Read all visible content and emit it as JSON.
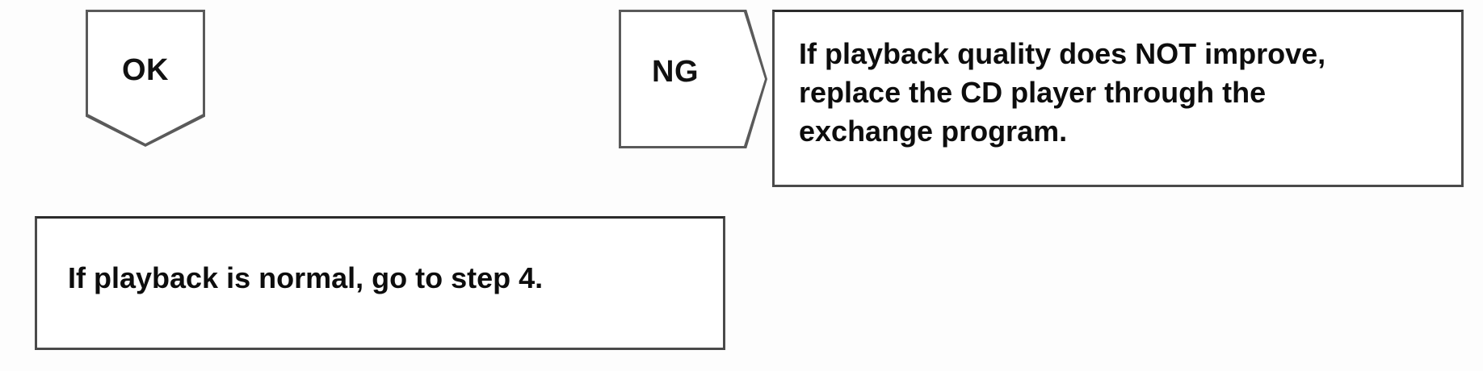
{
  "diagram": {
    "type": "flowchart-fragment",
    "background_color": "#fdfdfd",
    "border_color": "#4a4a4a",
    "text_color": "#0d0d0d",
    "nodes": {
      "ok_marker": {
        "label": "OK",
        "shape": "pentagon-down"
      },
      "ng_marker": {
        "label": "NG",
        "shape": "pentagon-right"
      },
      "ng_instruction": {
        "text": "If playback quality does NOT improve,\nreplace the CD player through the\nexchange program.",
        "shape": "rectangle"
      },
      "ok_instruction": {
        "text": "If playback is normal, go to step 4.",
        "shape": "rectangle"
      }
    }
  }
}
